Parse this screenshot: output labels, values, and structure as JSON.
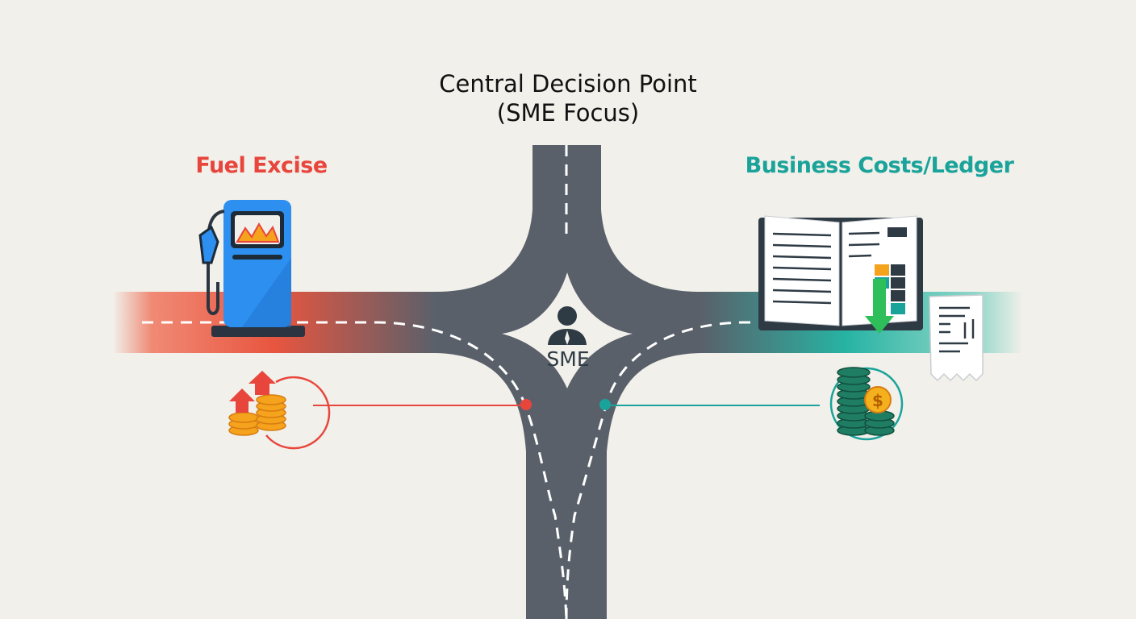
{
  "title": {
    "line1": "Central Decision Point",
    "line2": "(SME Focus)"
  },
  "left_branch": {
    "label": "Fuel Excise",
    "color": "#e8453c"
  },
  "right_branch": {
    "label": "Business Costs/Ledger",
    "color": "#1aa39a"
  },
  "center": {
    "label": "SME"
  },
  "colors": {
    "road": "#5a606a",
    "lane_marking": "#ffffff",
    "background": "#f1f0ea",
    "fuel_accent": "#e8453c",
    "ledger_accent": "#1aa39a"
  },
  "icons": {
    "fuel": "fuel-pump-icon",
    "fuel_cost": "rising-coins-icon",
    "ledger": "ledger-book-icon",
    "receipt": "receipt-icon",
    "savings": "coin-stack-dollar-icon",
    "person": "person-icon"
  }
}
